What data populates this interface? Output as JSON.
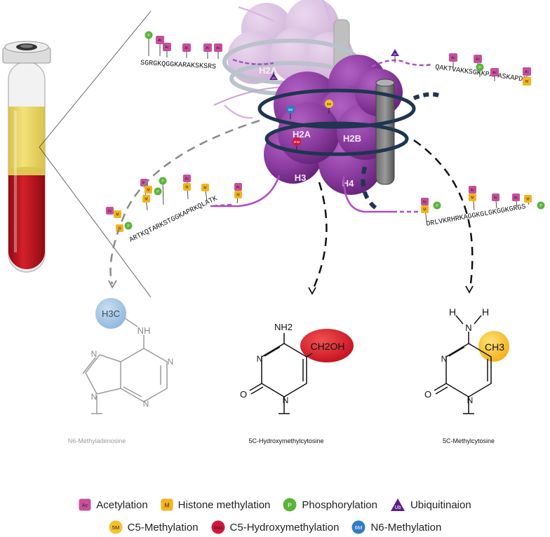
{
  "nucleosome": {
    "histones": {
      "h2a_back": "H2A",
      "h2a": "H2A",
      "h2b": "H2B",
      "h3": "H3",
      "h4": "H4"
    }
  },
  "tails": {
    "h2a_tail": "SGRGKQGGKARAKSKSRS",
    "h2b_tail": "QAKTVAKKSGKKPAPASKAPDP",
    "h3_tail": "ARTKQTARKSTGGKAPRKQLATK",
    "h4_tail": "DRLVKRHRKAGGKGLGKGGKGRGS"
  },
  "marks": {
    "ac": "Ac",
    "me": "M",
    "ph": "P",
    "ub": "Ub",
    "c5m": "5M",
    "c5hm": "5hM",
    "n6m": "6M"
  },
  "structures": {
    "n6ma": {
      "caption": "N6-Methyladenosine",
      "methyl_label": "H3C",
      "nh_label": "NH",
      "ring_n_label": "N"
    },
    "hmc": {
      "caption": "5C-Hydroxymethylcytosine",
      "amine_label": "NH2",
      "group_label": "CH2OH",
      "ring_n_label": "N",
      "oxygen_label": "O"
    },
    "mc": {
      "caption": "5C-Methylcytosine",
      "h_label": "H",
      "n_label": "N",
      "group_label": "CH3",
      "oxygen_label": "O"
    }
  },
  "legend": {
    "row1": [
      {
        "symbol": "Ac",
        "label": "Acetylation"
      },
      {
        "symbol": "M",
        "label": "Histone methylation"
      },
      {
        "symbol": "P",
        "label": "Phosphorylation"
      },
      {
        "symbol": "Ub",
        "label": "Ubiquitinaion"
      }
    ],
    "row2": [
      {
        "symbol": "5M",
        "label": "C5-Methylation"
      },
      {
        "symbol": "5hM",
        "label": "C5-Hydroxymethylation"
      },
      {
        "symbol": "6M",
        "label": "N6-Methylation"
      }
    ]
  },
  "colors": {
    "acetylation": "#c84f9c",
    "histone_methylation": "#f5b31c",
    "phosphorylation": "#5ab43a",
    "ubiquitination": "#5b1d8c",
    "c5_methylation": "#f6c12a",
    "c5_hydroxymethylation": "#d4153a",
    "n6_methylation": "#2f7dc1",
    "histone": "#8a3b9e",
    "dna": "#1f3550",
    "blood": "#c4141f",
    "plasma": "#efd760"
  }
}
